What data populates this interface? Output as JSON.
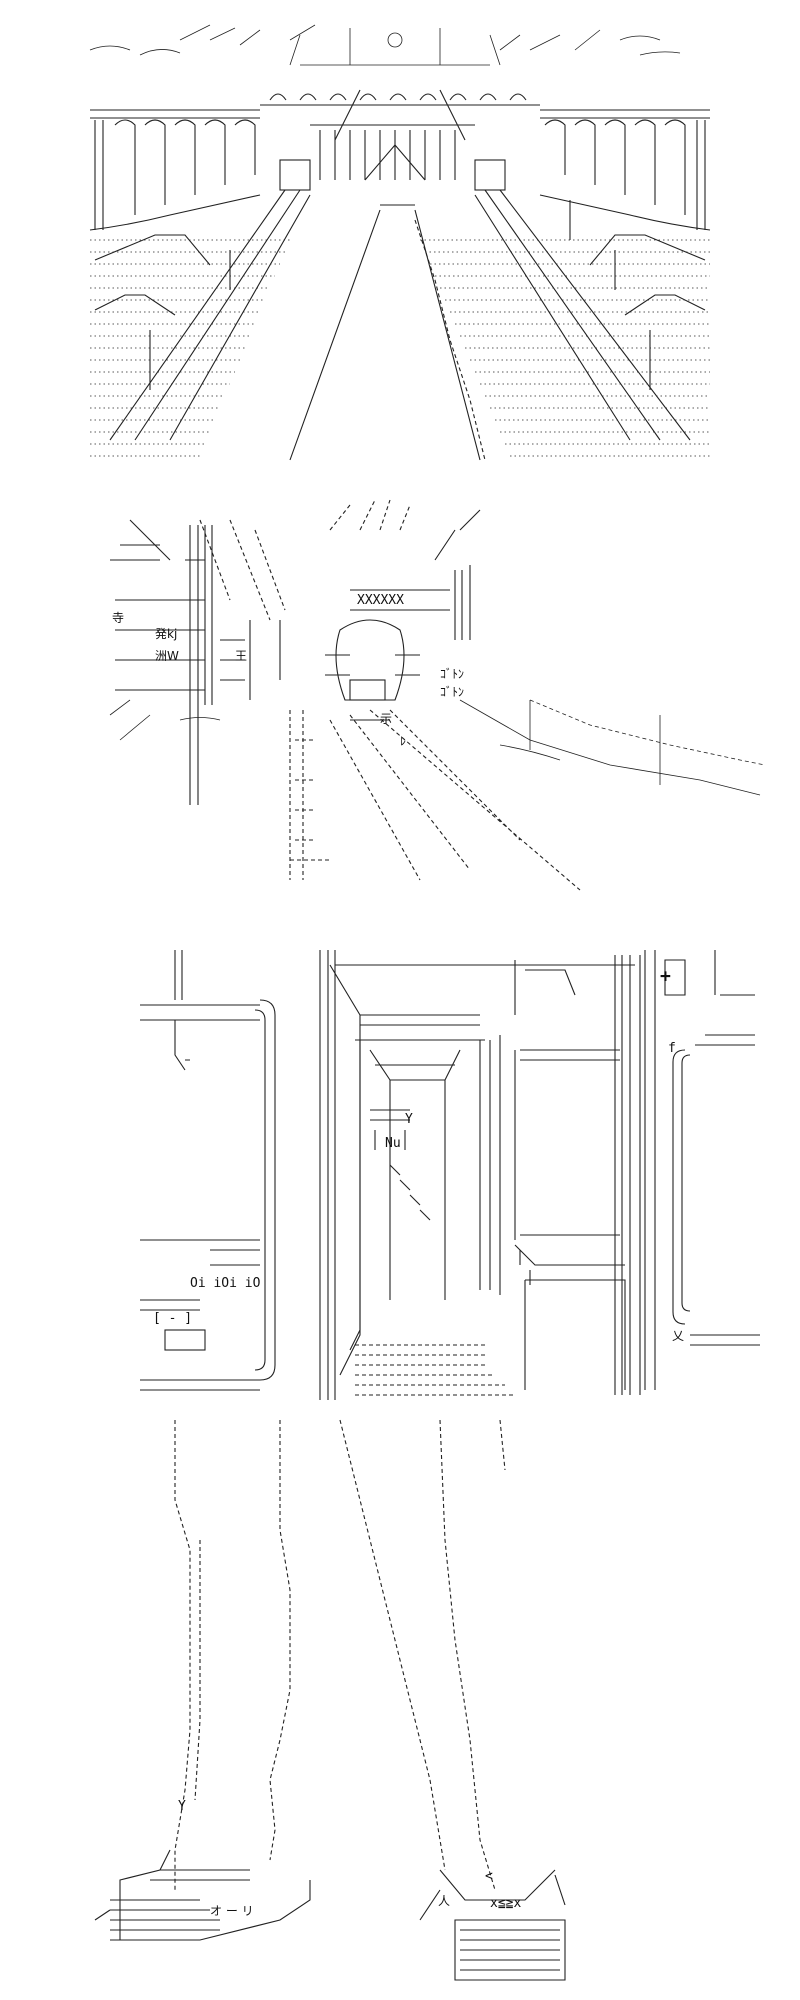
{
  "panel1": {
    "name": "temple-gate-stairs"
  },
  "panel2": {
    "name": "street-scene",
    "labels": {
      "temple": "寺",
      "departure": "発kj",
      "kanji_grid": "洲W",
      "kingdom": "王",
      "sign": "XXXXXX",
      "sfx1": "ｺﾞﾄﾝ",
      "sfx2": "ｺﾞﾄﾝ",
      "bottom_char": "示",
      "small_note": "ﾚ"
    }
  },
  "panel3": {
    "name": "interior-door-view",
    "labels": {
      "plus_sign": "+",
      "f_mark": "f",
      "counter_text": "Oi iOi iO",
      "bracket": "[ - ]",
      "x_mark": "乂",
      "y_mark": "Y",
      "nu_mark": "Nu"
    }
  },
  "panel4": {
    "name": "legs-walking",
    "labels": {
      "left_shoe": "オ ー リ",
      "right_shoe": "x≦≧x",
      "jin_mark": "人",
      "y_mark": "Y",
      "lt_mark": "<"
    }
  },
  "colors": {
    "ink": "#222222",
    "paper": "#ffffff"
  }
}
